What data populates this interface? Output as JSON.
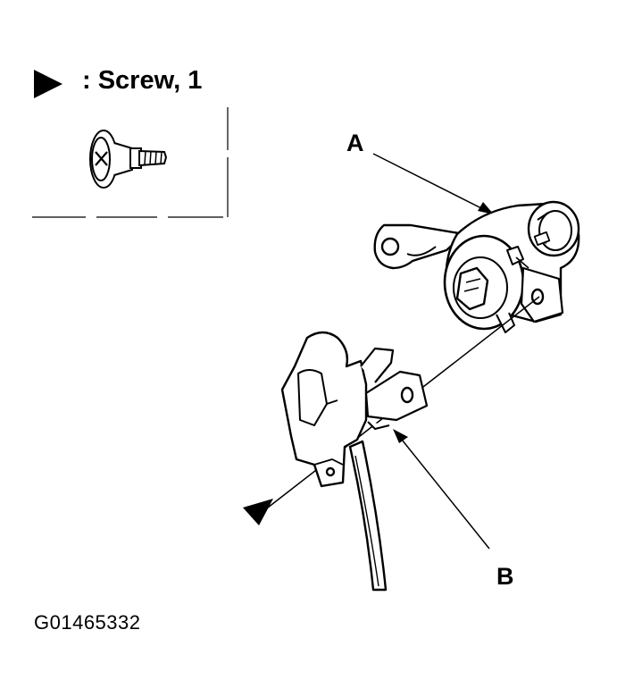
{
  "legend": {
    "marker_icon": "triangle-marker-icon",
    "text": ": Screw, 1"
  },
  "callouts": {
    "a": "A",
    "b": "B"
  },
  "figure_id": "G01465332"
}
